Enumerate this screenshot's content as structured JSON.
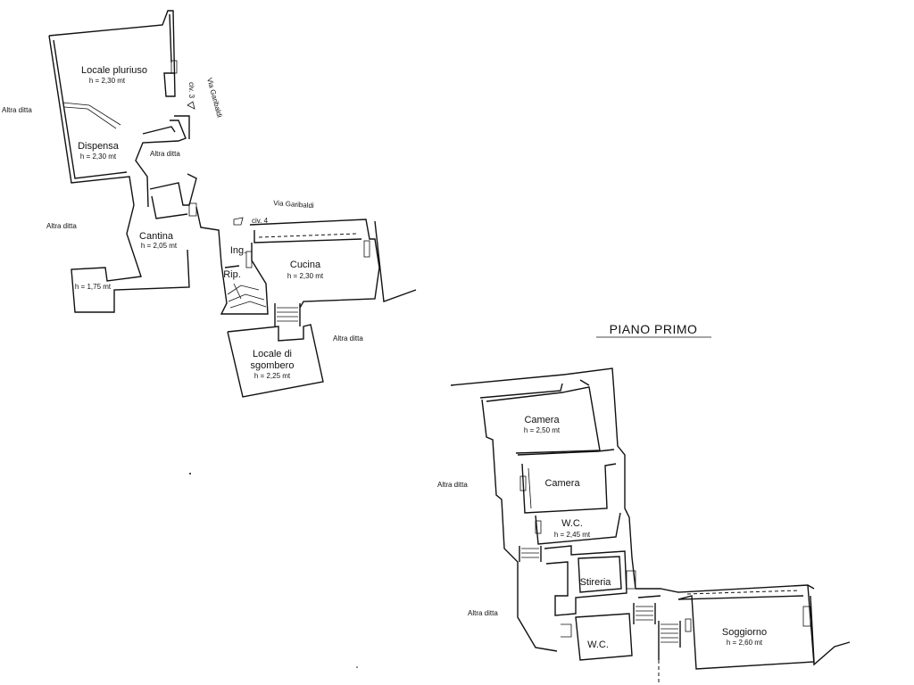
{
  "floors": {
    "ground": {
      "rooms": [
        {
          "name": "Locale pluriuso",
          "height": "h = 2,30 mt"
        },
        {
          "name": "Dispensa",
          "height": "h = 2,30 mt"
        },
        {
          "name": "Cantina",
          "height": "h = 2,05 mt"
        },
        {
          "name": "",
          "height": "h = 1,75 mt"
        },
        {
          "name": "Cucina",
          "height": "h = 2,30 mt"
        },
        {
          "name": "Ing.",
          "height": ""
        },
        {
          "name": "Rip.",
          "height": ""
        },
        {
          "name": "Locale di",
          "name2": "sgombero",
          "height": "h = 2,25 mt"
        }
      ],
      "neighbours": [
        "Altra ditta",
        "Altra ditta",
        "Altra ditta",
        "Altra ditta"
      ],
      "streets": [
        "Via Garibaldi",
        "Via Garibaldi"
      ],
      "civics": [
        "civ. 3",
        "civ. 4"
      ]
    },
    "first": {
      "title": "PIANO PRIMO",
      "rooms": [
        {
          "name": "Camera",
          "height": "h = 2,50 mt"
        },
        {
          "name": "Camera",
          "height": ""
        },
        {
          "name": "W.C.",
          "height": "h = 2,45 mt"
        },
        {
          "name": "Stireria",
          "height": ""
        },
        {
          "name": "W.C.",
          "height": ""
        },
        {
          "name": "Soggiorno",
          "height": "h = 2,60 mt"
        }
      ],
      "neighbours": [
        "Altra ditta",
        "Altra ditta"
      ]
    }
  }
}
